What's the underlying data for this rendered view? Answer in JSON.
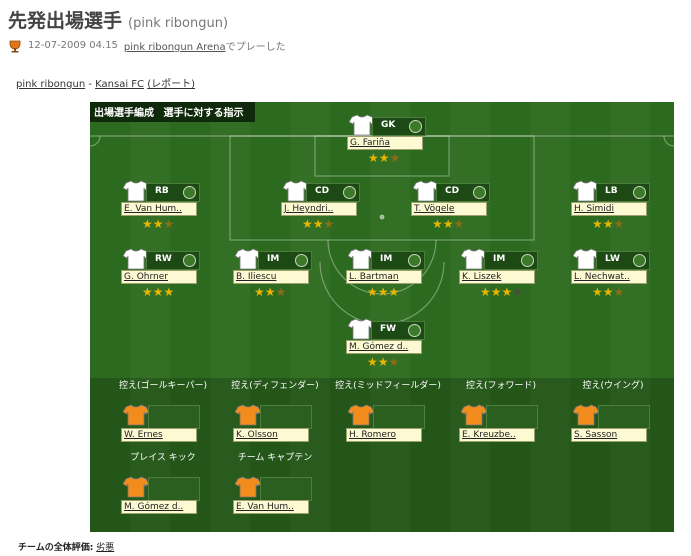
{
  "header": {
    "title": "先発出場選手",
    "subtitle": "(pink ribongun)"
  },
  "meta": {
    "datetime": "12-07-2009 04.15",
    "arena_link": "pink ribongun Arena",
    "suffix": "でプレーした"
  },
  "crumbs": {
    "home": "pink ribongun",
    "sep": "-",
    "away": "Kansai FC",
    "report": "(レポート)"
  },
  "pitch": {
    "tab1": "出場選手編成",
    "tab2": "選手に対する指示"
  },
  "players": [
    {
      "pos": "GK",
      "name": "G. Fariña",
      "rating": 2.5
    },
    {
      "pos": "RB",
      "name": "E. Van Hum..",
      "rating": 2.5
    },
    {
      "pos": "CD",
      "name": "J. Heyndri..",
      "rating": 2.5
    },
    {
      "pos": "CD",
      "name": "T. Vögele",
      "rating": 2.5
    },
    {
      "pos": "LB",
      "name": "H. Simidi",
      "rating": 2.5
    },
    {
      "pos": "RW",
      "name": "G. Ohrner",
      "rating": 3.5
    },
    {
      "pos": "IM",
      "name": "B. Iliescu",
      "rating": 2.5
    },
    {
      "pos": "IM",
      "name": "L. Bartman",
      "rating": 3.5
    },
    {
      "pos": "IM",
      "name": "K. Liszek",
      "rating": 3
    },
    {
      "pos": "LW",
      "name": "L. Nechwat..",
      "rating": 2.5
    },
    {
      "pos": "FW",
      "name": "M. Gómez d..",
      "rating": 2.5
    }
  ],
  "bench": [
    {
      "label": "控え(ゴールキーパー)",
      "name": "W. Ernes"
    },
    {
      "label": "控え(ディフェンダー)",
      "name": "K. Olsson"
    },
    {
      "label": "控え(ミッドフィールダー)",
      "name": "H. Romero"
    },
    {
      "label": "控え(フォワード)",
      "name": "E. Kreuzbe.."
    },
    {
      "label": "控え(ウイング)",
      "name": "S. Sasson"
    },
    {
      "label": "プレイス キック",
      "name": "M. Gómez d.."
    },
    {
      "label": "チーム キャプテン",
      "name": "E. Van Hum.."
    }
  ],
  "footer": {
    "label": "チームの全体評価:",
    "value": "劣悪"
  },
  "colors": {
    "pitch": "#2c6a20",
    "home_shirt": "#ffffff",
    "bench_shirt": "#f28c1c",
    "star": "#e8b500"
  }
}
